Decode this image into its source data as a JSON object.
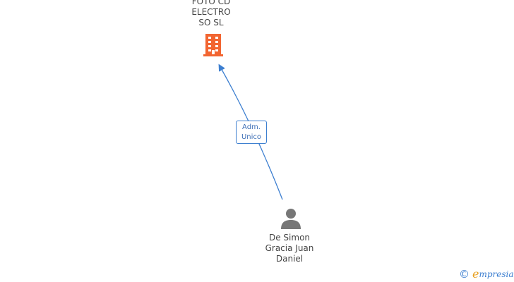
{
  "company": {
    "name_lines": [
      "FOTO CD",
      "ELECTRO",
      "SO SL"
    ],
    "icon": "building-icon",
    "icon_color": "#f26531"
  },
  "person": {
    "name_lines": [
      "De Simon",
      "Gracia Juan",
      "Daniel"
    ],
    "icon": "person-icon",
    "icon_color": "#777777"
  },
  "relation": {
    "label_lines": [
      "Adm.",
      "Unico"
    ],
    "color": "#3d7fd0"
  },
  "watermark": {
    "symbol": "©",
    "brand_initial": "e",
    "brand_rest": "mpresia"
  }
}
